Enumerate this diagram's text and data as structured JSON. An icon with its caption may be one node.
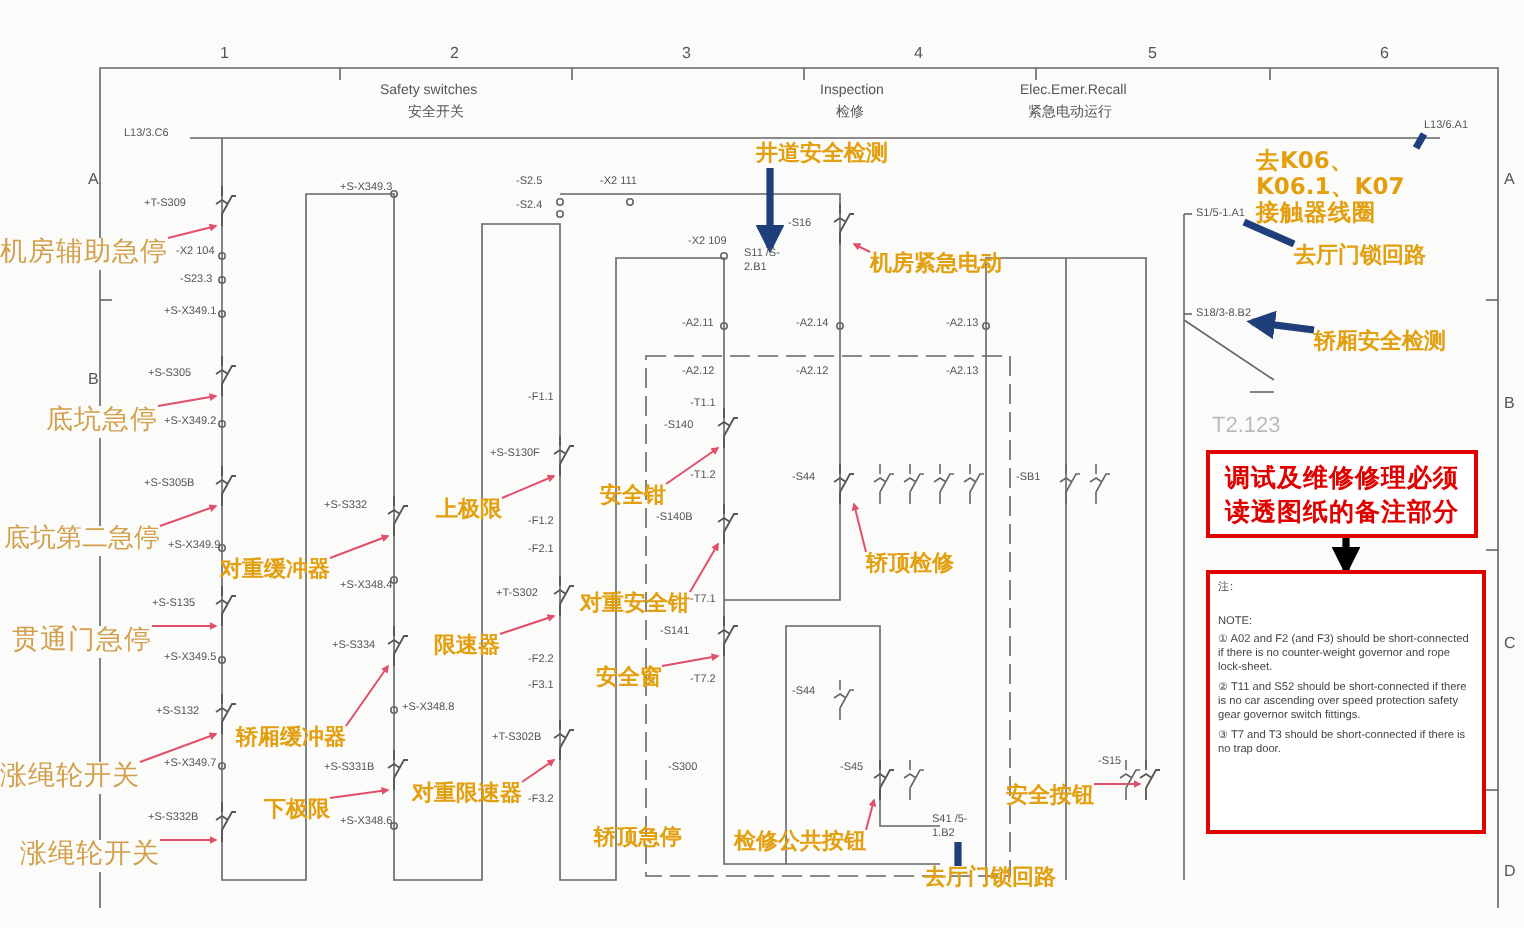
{
  "diagram": {
    "nodes": [
      {
        "text": [
          "机房辅助急停"
        ]
      },
      {
        "text": [
          "底坑急停"
        ]
      },
      {
        "text": [
          "底坑第二急停"
        ]
      },
      {
        "text": [
          "贯通门急停"
        ]
      },
      {
        "text": [
          "涨绳轮开关"
        ]
      },
      {
        "text": [
          "涨绳轮开关"
        ]
      },
      {
        "text": [
          "对重缓冲器"
        ]
      },
      {
        "text": [
          "轿厢缓冲器"
        ]
      },
      {
        "text": [
          "下极限"
        ]
      },
      {
        "text": [
          "上极限"
        ]
      },
      {
        "text": [
          "限速器"
        ]
      },
      {
        "text": [
          "对重限速器"
        ]
      },
      {
        "text": [
          "安全钳"
        ]
      },
      {
        "text": [
          "对重安全钳"
        ]
      },
      {
        "text": [
          "安全窗"
        ]
      },
      {
        "text": [
          "轿顶急停"
        ]
      },
      {
        "text": [
          "检修公共按钮"
        ]
      },
      {
        "text": [
          "轿顶检修"
        ]
      },
      {
        "text": [
          "去厅门锁回路"
        ]
      },
      {
        "text": [
          "安全按钮"
        ]
      },
      {
        "text": [
          "井道安全检测"
        ]
      },
      {
        "text": [
          "机房紧急电动"
        ]
      },
      {
        "text": [
          "去K06、K06.1、K07接触器线圈"
        ]
      },
      {
        "text": [
          "去厅门锁回路"
        ]
      },
      {
        "text": [
          "轿厢安全检测"
        ]
      },
      {
        "text": [
          "调试及维修修理必须读透图纸的备注部分"
        ]
      },
      {
        "text": [
          "注:",
          "NOTE:",
          "① A02 and F2 (and F3) should be short-connected if there is no counter-weight governor and rope lock-sheet.",
          "② T11 and S52 should be short-connected if there is no car ascending over speed protection safety gear governor switch fittings.",
          "③ T7 and T3 should be short-connected if there is no trap door."
        ]
      },
      {
        "text": [
          "L13/6.A1"
        ]
      },
      {
        "text": [
          "S1/5-1.A1"
        ]
      },
      {
        "text": [
          "S18/3-8.B2"
        ]
      },
      {
        "text": [
          "S11 /S-2.B1"
        ]
      },
      {
        "text": [
          "S41 /5-1.B2"
        ]
      },
      {
        "text": [],
        "shape": "switch"
      },
      {
        "text": [],
        "shape": "switch"
      },
      {
        "text": [],
        "shape": "switch"
      },
      {
        "text": [],
        "shape": "switch"
      },
      {
        "text": [],
        "shape": "switch"
      },
      {
        "text": [],
        "shape": "switch"
      },
      {
        "text": [],
        "shape": "switch"
      },
      {
        "text": [],
        "shape": "switch"
      },
      {
        "text": [],
        "shape": "switch"
      },
      {
        "text": [],
        "shape": "switch"
      },
      {
        "text": [],
        "shape": "switch"
      },
      {
        "text": [],
        "shape": "switch"
      },
      {
        "text": [],
        "shape": "switch"
      },
      {
        "text": [],
        "shape": "switch"
      },
      {
        "text": [],
        "shape": "switch"
      },
      {
        "text": [],
        "shape": "switch"
      },
      {
        "text": [],
        "shape": "switch"
      },
      {
        "text": [],
        "shape": "switch"
      },
      {
        "text": [],
        "shape": "switch"
      }
    ],
    "edges": [
      {
        "from": 0,
        "to": 32,
        "arrow": "to"
      },
      {
        "from": 1,
        "to": 33,
        "arrow": "to"
      },
      {
        "from": 2,
        "to": 34,
        "arrow": "to"
      },
      {
        "from": 3,
        "to": 35,
        "arrow": "to"
      },
      {
        "from": 4,
        "to": 36,
        "arrow": "to"
      },
      {
        "from": 5,
        "to": 37,
        "arrow": "to"
      },
      {
        "from": 6,
        "to": 38,
        "arrow": "to"
      },
      {
        "from": 7,
        "to": 39,
        "arrow": "to"
      },
      {
        "from": 8,
        "to": 40,
        "arrow": "to"
      },
      {
        "from": 9,
        "to": 41,
        "arrow": "to"
      },
      {
        "from": 10,
        "to": 42,
        "arrow": "to"
      },
      {
        "from": 11,
        "to": 43,
        "arrow": "to"
      },
      {
        "from": 12,
        "to": 44,
        "arrow": "to"
      },
      {
        "from": 13,
        "to": 45,
        "arrow": "to"
      },
      {
        "from": 14,
        "to": 46,
        "arrow": "to"
      },
      {
        "from": 16,
        "to": 49,
        "arrow": "to"
      },
      {
        "from": 17,
        "to": 48,
        "arrow": "to"
      },
      {
        "from": 18,
        "to": 31,
        "arrow": "none",
        "style": "thick",
        "color": "#1f3f7a"
      },
      {
        "from": 19,
        "to": 50,
        "arrow": "to"
      },
      {
        "from": 20,
        "to": 30,
        "arrow": "to",
        "style": "thick",
        "color": "#1f3f7a"
      },
      {
        "from": 21,
        "to": 47,
        "arrow": "to"
      },
      {
        "from": 22,
        "to": 27,
        "arrow": "none",
        "style": "thick",
        "color": "#1f3f7a"
      },
      {
        "from": 23,
        "to": 28,
        "arrow": "none",
        "style": "thick",
        "color": "#1f3f7a"
      },
      {
        "from": 24,
        "to": 29,
        "arrow": "to",
        "style": "thick",
        "color": "#1f3f7a"
      },
      {
        "from": 25,
        "to": 26,
        "arrow": "to",
        "style": "thick",
        "color": "#000000"
      }
    ],
    "labels": [
      "1",
      "2",
      "3",
      "4",
      "5",
      "6",
      "Safety switches",
      "Inspection",
      "Elec.Emer.Recall",
      "安全开关",
      "检修",
      "紧急电动运行",
      "L13/3.C6",
      "A",
      "+S-X349.3",
      "-S2.5",
      "-X2 111",
      "A",
      "+T-S309",
      "-S2.4",
      "-S16",
      "-X2 109",
      "-X2 104",
      "-S23.3",
      "+S-X349.1",
      "-A2.11",
      "-A2.14",
      "-A2.13",
      "B",
      "+S-S305",
      "-A2.12",
      "-A2.12",
      "-A2.13",
      "-F1.1",
      "-T1.1",
      "B",
      "+S-X349.2",
      "-S140",
      "T2.123",
      "+S-S130F",
      "-T1.2",
      "-S44",
      "-SB1",
      "+S-S305B",
      "+S-S332",
      "-F1.2",
      "-S140B",
      "+S-X349.9",
      "-F2.1",
      "+S-S135",
      "+S-X348.4",
      "+T-S302",
      "-T7.1",
      "+S-X349.5",
      "+S-S334",
      "-F2.2",
      "-S141",
      "C",
      "-F3.1",
      "-T7.2",
      "-S44",
      "+S-S132",
      "+S-X348.8",
      "+T-S302B",
      "+S-X349.7",
      "+S-S331B",
      "-S300",
      "-S45",
      "-S15",
      "-F3.2",
      "+S-S332B",
      "+S-X348.6",
      "D"
    ]
  }
}
